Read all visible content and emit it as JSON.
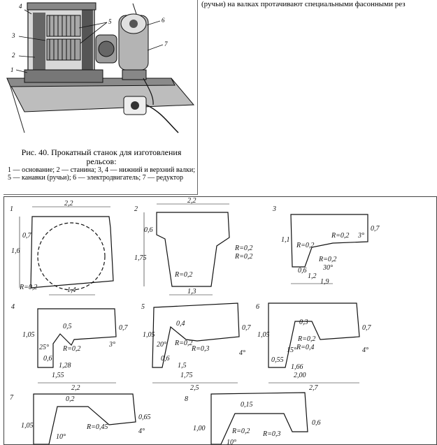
{
  "top_text": "(ручьи) на валках протачивают специальными фасонными рез",
  "figure40": {
    "title": "Рис. 40. Прокатный станок для изготовления рельсов:",
    "legend": "1 — основание; 2 — станина; 3, 4 — нижний и верхний валки; 5 — канавки (ручьи); 6 — электродвигатель; 7 — редуктор",
    "callouts": [
      "1",
      "2",
      "3",
      "4",
      "5",
      "6",
      "7"
    ]
  },
  "figure41": {
    "profiles": [
      {
        "num": "1",
        "dims": [
          "2,2",
          "0,7",
          "1,6",
          "R=0,2",
          "1,4"
        ]
      },
      {
        "num": "2",
        "dims": [
          "2,2",
          "0,6",
          "1,75",
          "R=0,2",
          "R=0,2",
          "R=0,2",
          "1,3"
        ]
      },
      {
        "num": "3",
        "dims": [
          "R=0,2",
          "3°",
          "0,7",
          "1,1",
          "R=0,2",
          "R=0,2",
          "30°",
          "0,6",
          "1,2",
          "1,9"
        ]
      },
      {
        "num": "4",
        "dims": [
          "0,5",
          "1,05",
          "0,7",
          "25°",
          "R=0,2",
          "3°",
          "0,6",
          "1,28",
          "1,55",
          "2,2"
        ]
      },
      {
        "num": "5",
        "dims": [
          "0,4",
          "R=0,2",
          "R=0,3",
          "1,05",
          "0,7",
          "20°",
          "4°",
          "0,6",
          "1,5",
          "1,75",
          "2,5"
        ]
      },
      {
        "num": "6",
        "dims": [
          "0,3",
          "R=0,2",
          "R=0,4",
          "1,05",
          "0,7",
          "15°",
          "4°",
          "0,55",
          "1,66",
          "2,00",
          "2,7"
        ]
      },
      {
        "num": "7",
        "dims": [
          "0,2",
          "1,05",
          "R=0,45",
          "0,65",
          "10°",
          "4°"
        ]
      },
      {
        "num": "8",
        "dims": [
          "0,15",
          "1,00",
          "R=0,2",
          "R=0,3",
          "0,6",
          "10°"
        ]
      }
    ]
  }
}
